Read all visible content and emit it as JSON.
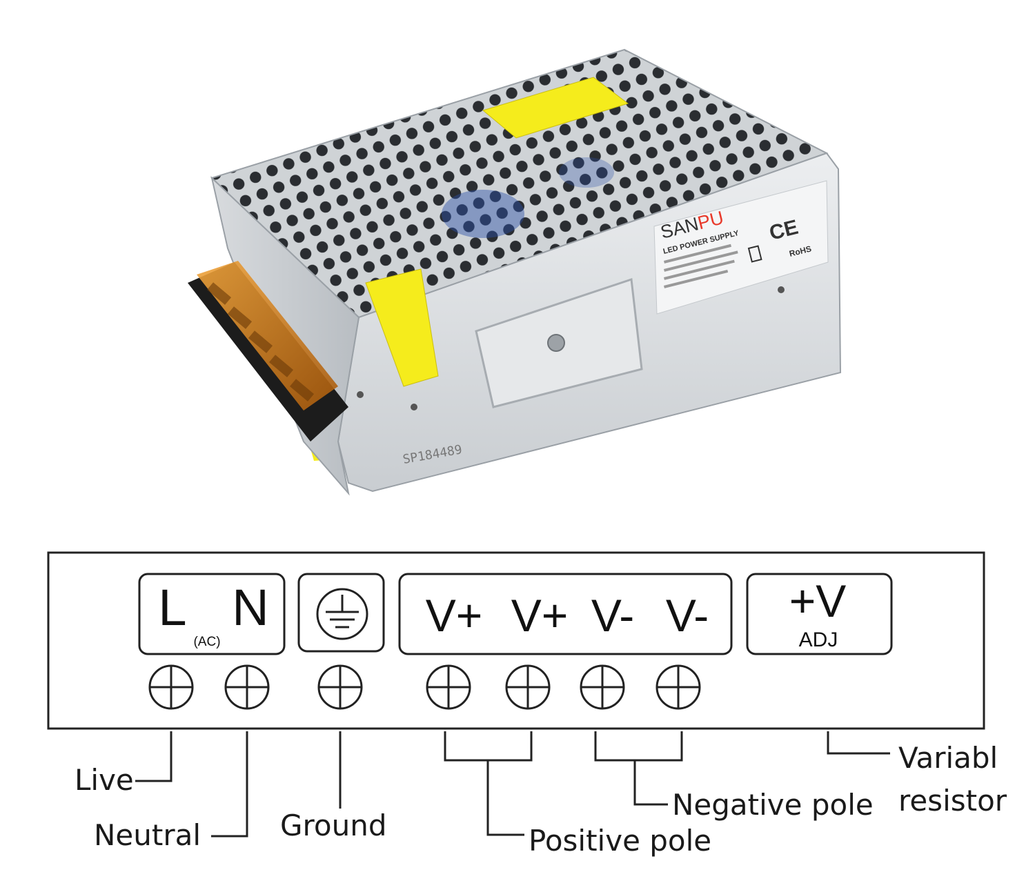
{
  "product": {
    "brand_prefix": "SAN",
    "brand_suffix": "PU",
    "subtitle": "LED POWER SUPPLY",
    "ce_mark": "CE",
    "rohs_mark": "RoHS",
    "serial": "SP184489"
  },
  "terminal_panel": {
    "ac_group": {
      "live_symbol": "L",
      "neutral_symbol": "N",
      "ac_note": "(AC)"
    },
    "ground_symbol_icon": "ground-symbol-icon",
    "dc_group": {
      "labels": [
        "V+",
        "V+",
        "V-",
        "V-"
      ]
    },
    "adj_group": {
      "symbol": "+V",
      "note": "ADJ"
    },
    "screw_count": 7
  },
  "callouts": {
    "live": "Live",
    "neutral": "Neutral",
    "ground": "Ground",
    "positive": "Positive pole",
    "negative": "Negative pole",
    "variable_line1": "Variabl",
    "variable_line2": "resistor"
  },
  "colors": {
    "case_metal": "#d9dcdf",
    "label_yellow": "#f5ec1c",
    "terminal_orange": "#d9801a",
    "terminal_black": "#1c1c1c",
    "line_color": "#222222"
  }
}
